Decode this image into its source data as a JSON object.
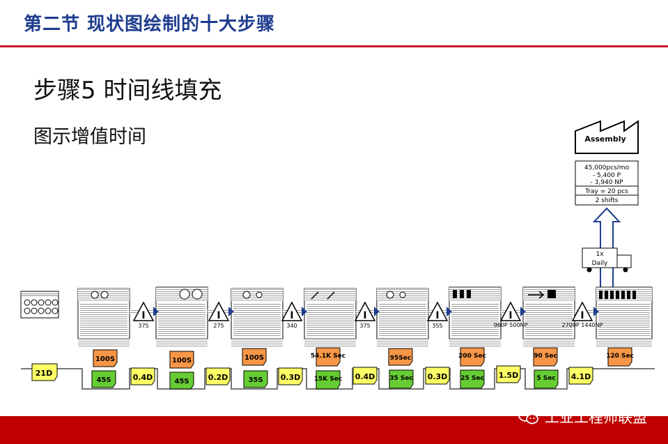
{
  "header": {
    "title": "第二节  现状图绘制的十大步骤"
  },
  "step": {
    "title": "步骤5  时间线填充"
  },
  "subtitle": "图示增值时间",
  "customer": {
    "name": "Assembly",
    "info": [
      "45,000pcs/mo",
      "- 5,400 P",
      "-   3,940 NP",
      "Tray = 20 pcs",
      "2 shifts"
    ],
    "shipment": [
      "1x",
      "Daily"
    ]
  },
  "inventory": [
    "375",
    "275",
    "340",
    "375",
    "355",
    "960P 500NP",
    "2700P 1440NP"
  ],
  "timeline": {
    "wait": [
      "21D",
      "0.4D",
      "0.2D",
      "0.3D",
      "0.4D",
      "0.3D",
      "1.5D",
      "4.1D"
    ],
    "top": [
      "100S",
      "100S",
      "100S",
      "54.1K Sec",
      "95Sec",
      "200 Sec",
      "90 Sec",
      "120 Sec"
    ],
    "bottom": [
      "45S",
      "45S",
      "35S",
      "15K Sec",
      "35 Sec",
      "25 Sec",
      "5 Sec"
    ]
  },
  "watermark": "工业工程师联盟",
  "colors": {
    "title": "#1f3d8f",
    "accent": "#c8102e",
    "orange": "#f79646",
    "yellow": "#ffff66",
    "green": "#66cc33",
    "footer": "#c00000"
  }
}
